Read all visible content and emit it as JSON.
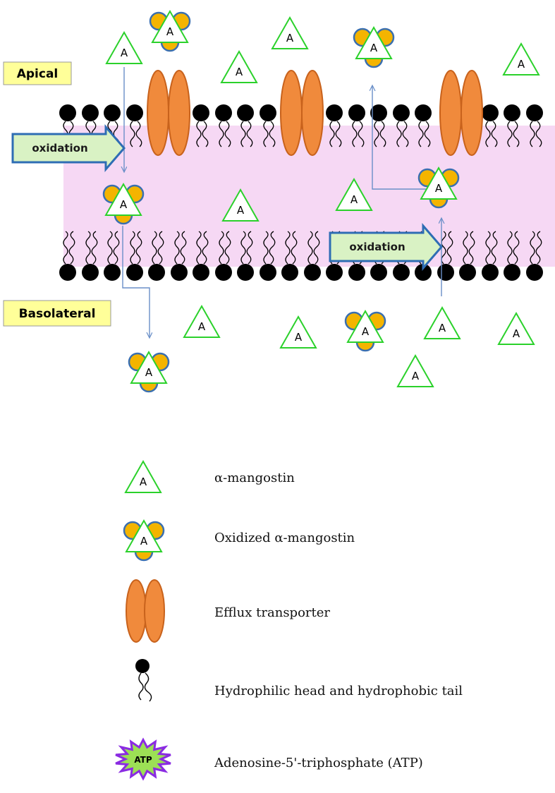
{
  "labels": {
    "apical": "Apical",
    "basolateral": "Basolateral",
    "oxidation": "oxidation",
    "molecule_letter": "A",
    "atp_badge": "ATP"
  },
  "legend": {
    "alpha_mangostin": "α-mangostin",
    "oxidized_alpha_mangostin": "Oxidized α-mangostin",
    "efflux_transporter": "Efflux transporter",
    "head_tail": "Hydrophilic head and hydrophobic tail",
    "atp": "Adenosine-5'-triphosphate (ATP)"
  },
  "colors": {
    "membrane_fill": "#f6d8f4",
    "transporter_fill": "#f08a3c",
    "transporter_stroke": "#c8621c",
    "triangle_stroke": "#2bd12b",
    "oxidized_lobe_fill": "#f4b400",
    "oxidized_lobe_stroke": "#3a6fb0",
    "label_box_fill": "#ffff99",
    "oxidation_box_fill": "#d9f2c4",
    "oxidation_box_stroke": "#2e6db4",
    "arrow_stroke": "#6a8fc8",
    "atp_fill": "#9ce055",
    "atp_stroke": "#8a2be2"
  }
}
